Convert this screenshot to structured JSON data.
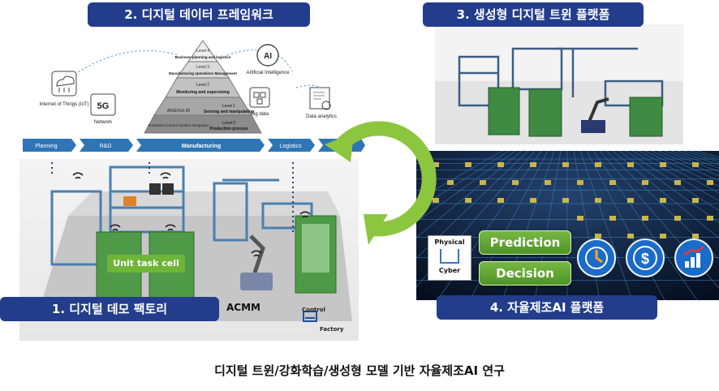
{
  "badges": {
    "framework": "2. 디지털 데이터 프레임워크",
    "generative": "3. 생성형 디지털 트윈 플랫폼",
    "demo_factory": "1. 디지털  데모 팩토리",
    "autonomous": "4. 자율제조AI 플랫폼"
  },
  "framework": {
    "iot": "Internet of Things (IoT)",
    "network_icon": "5G",
    "network": "Network",
    "ai_icon": "AI",
    "ai": "Artificial Intelligence",
    "bigdata": "Big data",
    "analytics": "Data analytics",
    "levels": [
      {
        "level": "Level 4",
        "name": "Business planning and logistics"
      },
      {
        "level": "Level 3",
        "name": "Manufacturing operations Management"
      },
      {
        "level": "Level 2",
        "name": "Monitoring and supervising"
      },
      {
        "level": "Level 1",
        "name": "Sensing and manipulating"
      },
      {
        "level": "Level 0",
        "name": "Production process"
      }
    ],
    "std_a": "ANSI/ISA-95",
    "std_b": "Enterprise-Control System Integration",
    "pipeline": [
      "Planning",
      "R&D",
      "Manufacturing",
      "Logistics"
    ]
  },
  "factory": {
    "unit_task_cell": "Unit task cell",
    "acmm": "ACMM",
    "control": "Control",
    "factory": "Factory"
  },
  "autonomous": {
    "physical": "Physical",
    "cyber": "Cyber",
    "prediction": "Prediction",
    "decision": "Decision"
  },
  "caption": "디지털 트윈/강화학습/생성형  모델 기반 자율제조AI 연구",
  "colors": {
    "badge": "#233d8c",
    "arrow": "#8cc63f",
    "pill": "#5fa52f",
    "chevron": "#2e75b6",
    "dark": "#0a1a30"
  }
}
